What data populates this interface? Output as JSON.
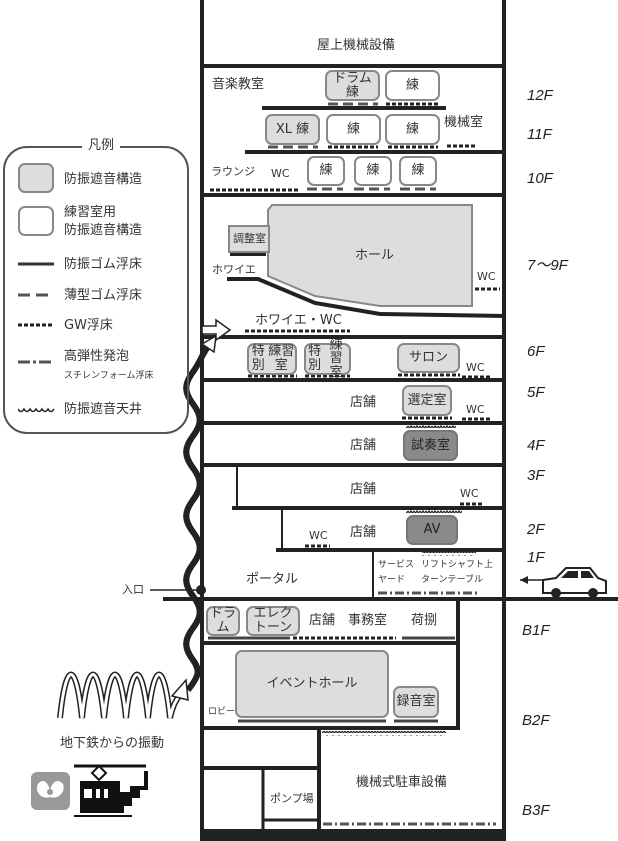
{
  "legend": {
    "title": "凡例",
    "items": [
      {
        "symbol": "gray-box",
        "label": "防振遮音構造"
      },
      {
        "symbol": "white-box",
        "label_1": "練習室用",
        "label_2": "防振遮音構造"
      },
      {
        "symbol": "solid-line",
        "label": "防振ゴム浮床"
      },
      {
        "symbol": "dashed-line",
        "label": "薄型ゴム浮床"
      },
      {
        "symbol": "dotted-line",
        "label": "GW浮床"
      },
      {
        "symbol": "dash-dot-line",
        "label_1": "高弾性発泡",
        "label_2": "スチレンフォーム浮床"
      },
      {
        "symbol": "wavy-line",
        "label": "防振遮音天井"
      }
    ]
  },
  "floors": [
    "12F",
    "11F",
    "10F",
    "7～9F",
    "6F",
    "5F",
    "4F",
    "3F",
    "2F",
    "1F",
    "B1F",
    "B2F",
    "B3F"
  ],
  "rooms": {
    "roof": "屋上機械設備",
    "f12": {
      "area": "音楽教室",
      "r1": "ドラム練",
      "r2": "練"
    },
    "f11": {
      "r1": "XL 練",
      "r2": "練",
      "r3": "練",
      "mech": "機械室"
    },
    "f10": {
      "lounge": "ラウンジ",
      "wc": "WC",
      "r1": "練",
      "r2": "練",
      "r3": "練"
    },
    "f7_9": {
      "control": "調整室",
      "hall": "ホール",
      "foyer": "ホワイエ",
      "wc": "WC",
      "foyer_wc": "ホワイエ・WC"
    },
    "f6": {
      "r1_1": "特別",
      "r1_2": "練習室",
      "r2_1": "特別",
      "r2_2": "練習室",
      "salon": "サロン",
      "wc": "WC"
    },
    "f5": {
      "shop": "店舗",
      "select": "選定室",
      "wc": "WC"
    },
    "f4": {
      "shop": "店舗",
      "trial": "試奏室"
    },
    "f3": {
      "shop": "店舗",
      "wc": "WC"
    },
    "f2": {
      "wc": "WC",
      "shop": "店舗",
      "av": "AV"
    },
    "f1": {
      "portal": "ポータル",
      "service_1": "サービス",
      "service_2": "ヤード",
      "lift_1": "リフトシャフト上",
      "lift_2": "ターンテーブル",
      "entrance": "入口"
    },
    "b1": {
      "drum": "ドラム",
      "electone": "エレクトーン",
      "shop": "店舗",
      "office": "事務室",
      "loading": "荷捌"
    },
    "b2": {
      "event": "イベントホール",
      "rec": "録音室",
      "lobby": "ロビー"
    },
    "b3": {
      "pump": "ポンプ場",
      "parking": "機械式駐車設備"
    }
  },
  "subway": {
    "caption": "地下鉄からの振動",
    "logo_color": "#999999"
  }
}
